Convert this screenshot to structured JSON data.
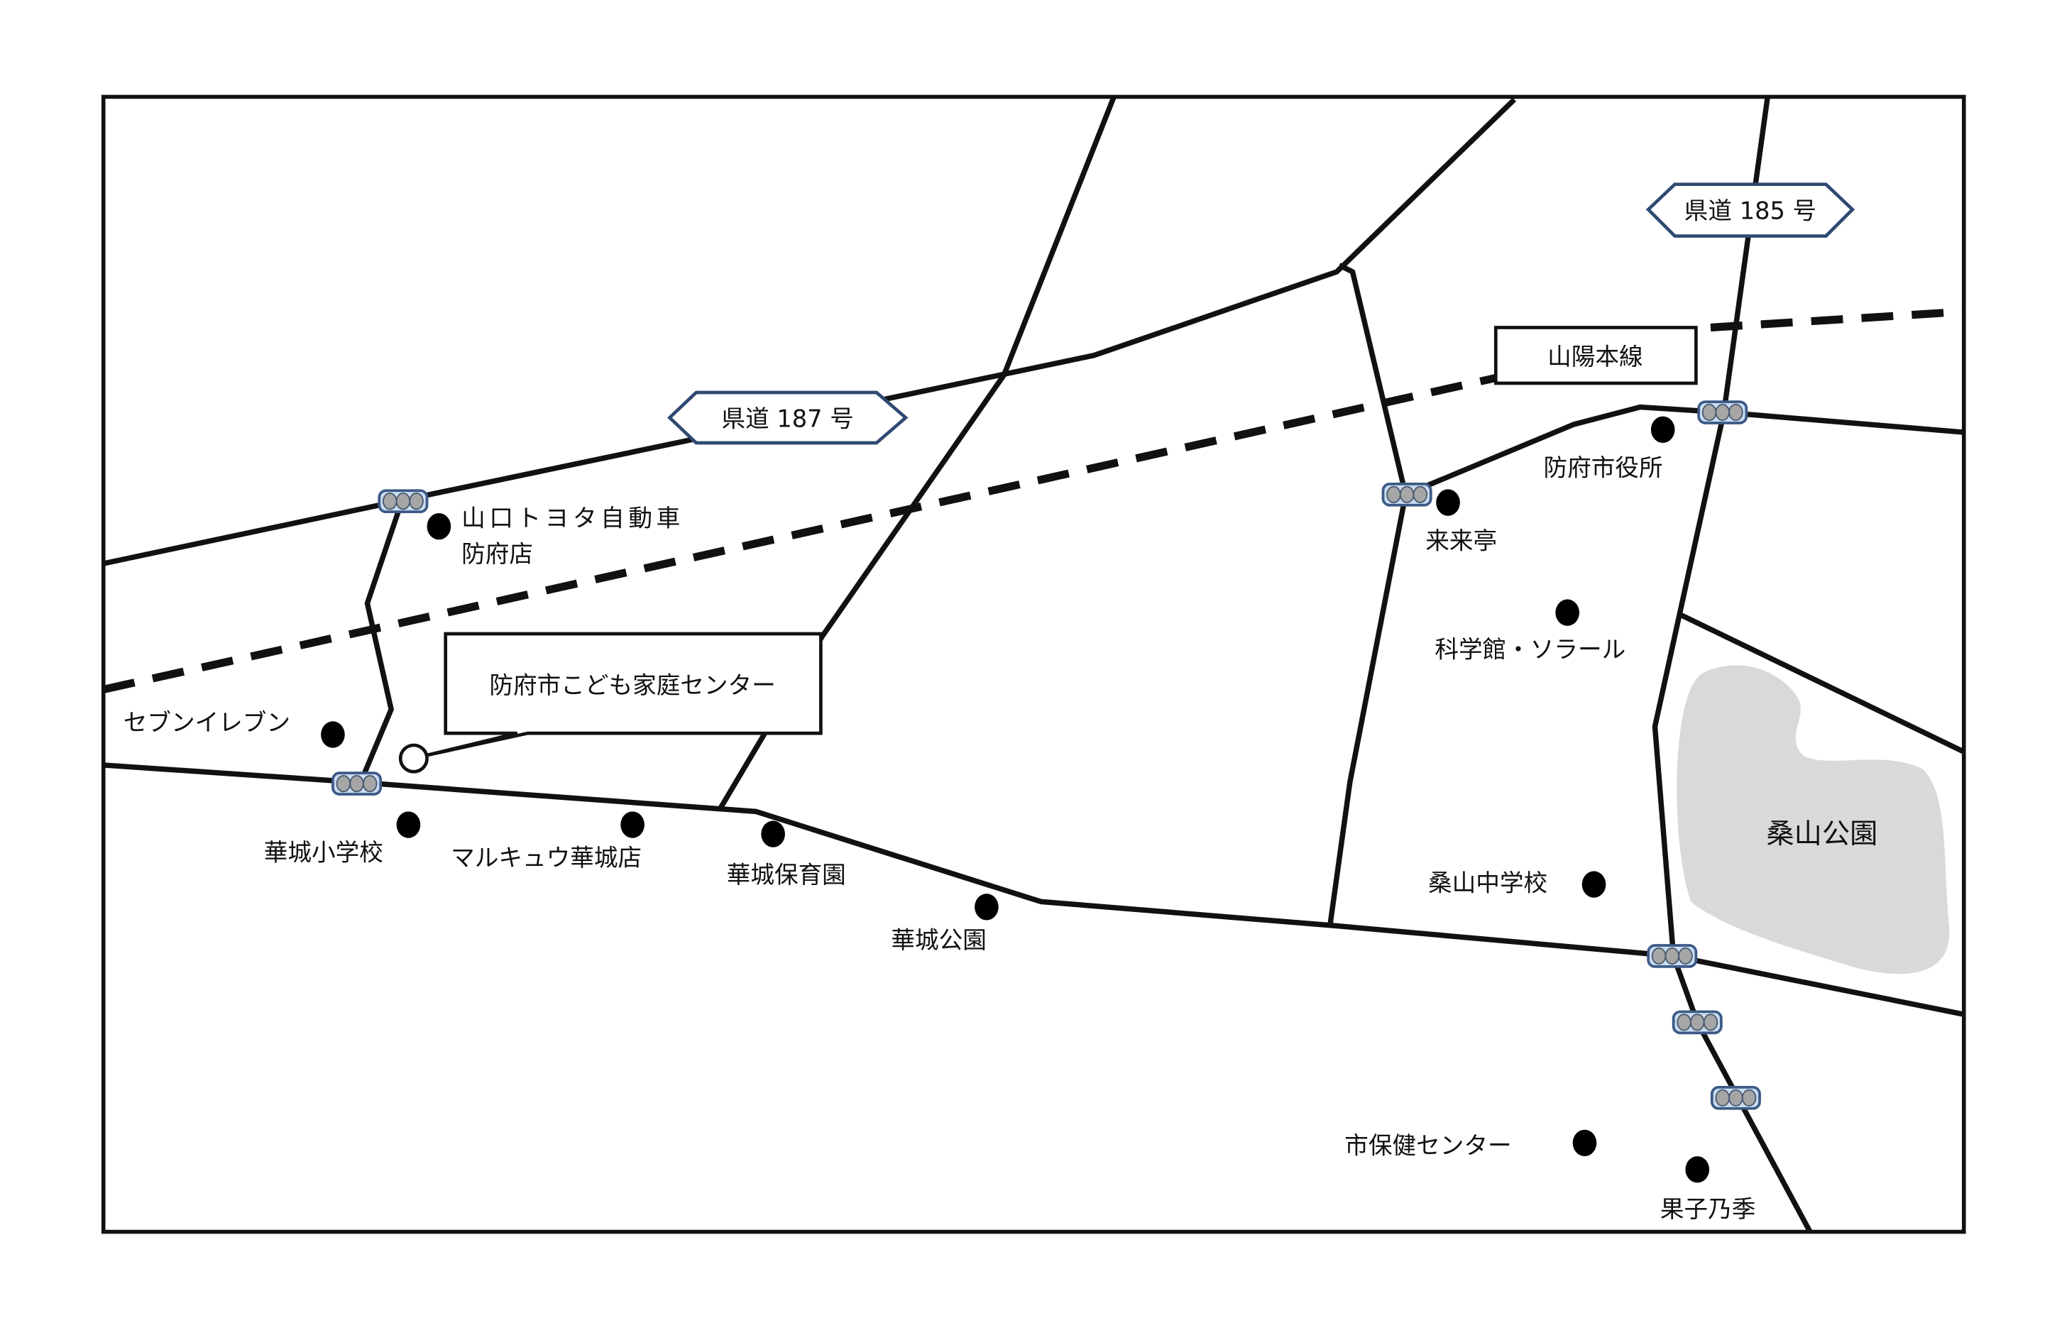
{
  "map": {
    "routes": {
      "route_187": "県道 187 号",
      "route_185": "県道 185 号",
      "railway": "山陽本線"
    },
    "destination": "防府市こども家庭センター",
    "park": "桑山公園",
    "landmarks": {
      "toyota_line1": "山口トヨタ自動車",
      "toyota_line2": "防府店",
      "seven_eleven": "セブンイレブン",
      "kajo_elementary": "華城小学校",
      "marukyu": "マルキュウ華城店",
      "kajo_nursery": "華城保育園",
      "kajo_park": "華城公園",
      "city_hall": "防府市役所",
      "rairaitei": "来来亭",
      "science_museum": "科学館・ソラール",
      "kuwayama_jhs": "桑山中学校",
      "health_center": "市保健センター",
      "kashinoki": "果子乃季"
    },
    "colors": {
      "signal_fill": "#c9dcf2",
      "signal_border": "#3c5a85",
      "park_fill": "#d9d9d9"
    }
  }
}
